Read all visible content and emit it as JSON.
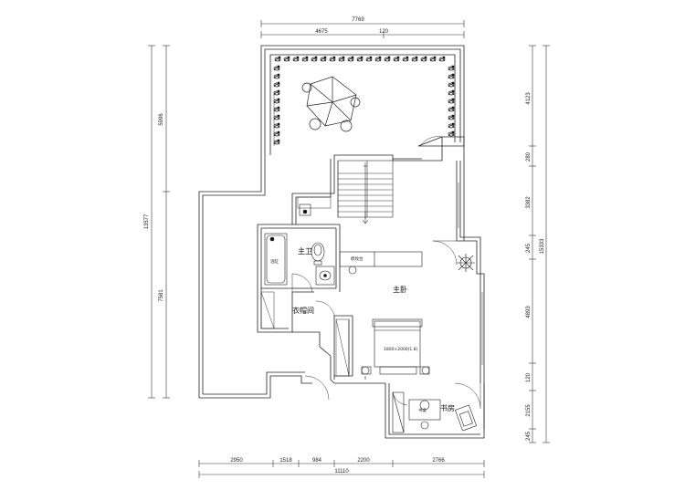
{
  "dimensions": {
    "top": {
      "total": "7769",
      "left": "4675",
      "right": "120"
    },
    "bottom": {
      "segments": [
        "2950",
        "1518",
        "984",
        "2200",
        "2766"
      ],
      "total": "11110"
    },
    "left": {
      "upper": "5996",
      "total": "13577",
      "lower": "7581"
    },
    "right_inner": [
      "4123",
      "280",
      "3382",
      "245",
      "4893",
      "120",
      "2155",
      "245"
    ],
    "right_total": "15333"
  },
  "rooms": {
    "master_bath": "主卫",
    "walk_in_closet": "衣帽间",
    "master_bedroom": "主卧",
    "study": "书房"
  },
  "labels": {
    "bathtub": "浴缸",
    "bed": "1800×2000(1.8)",
    "wardrobe_tag": "梳妆台",
    "desk_tag": "书桌"
  }
}
